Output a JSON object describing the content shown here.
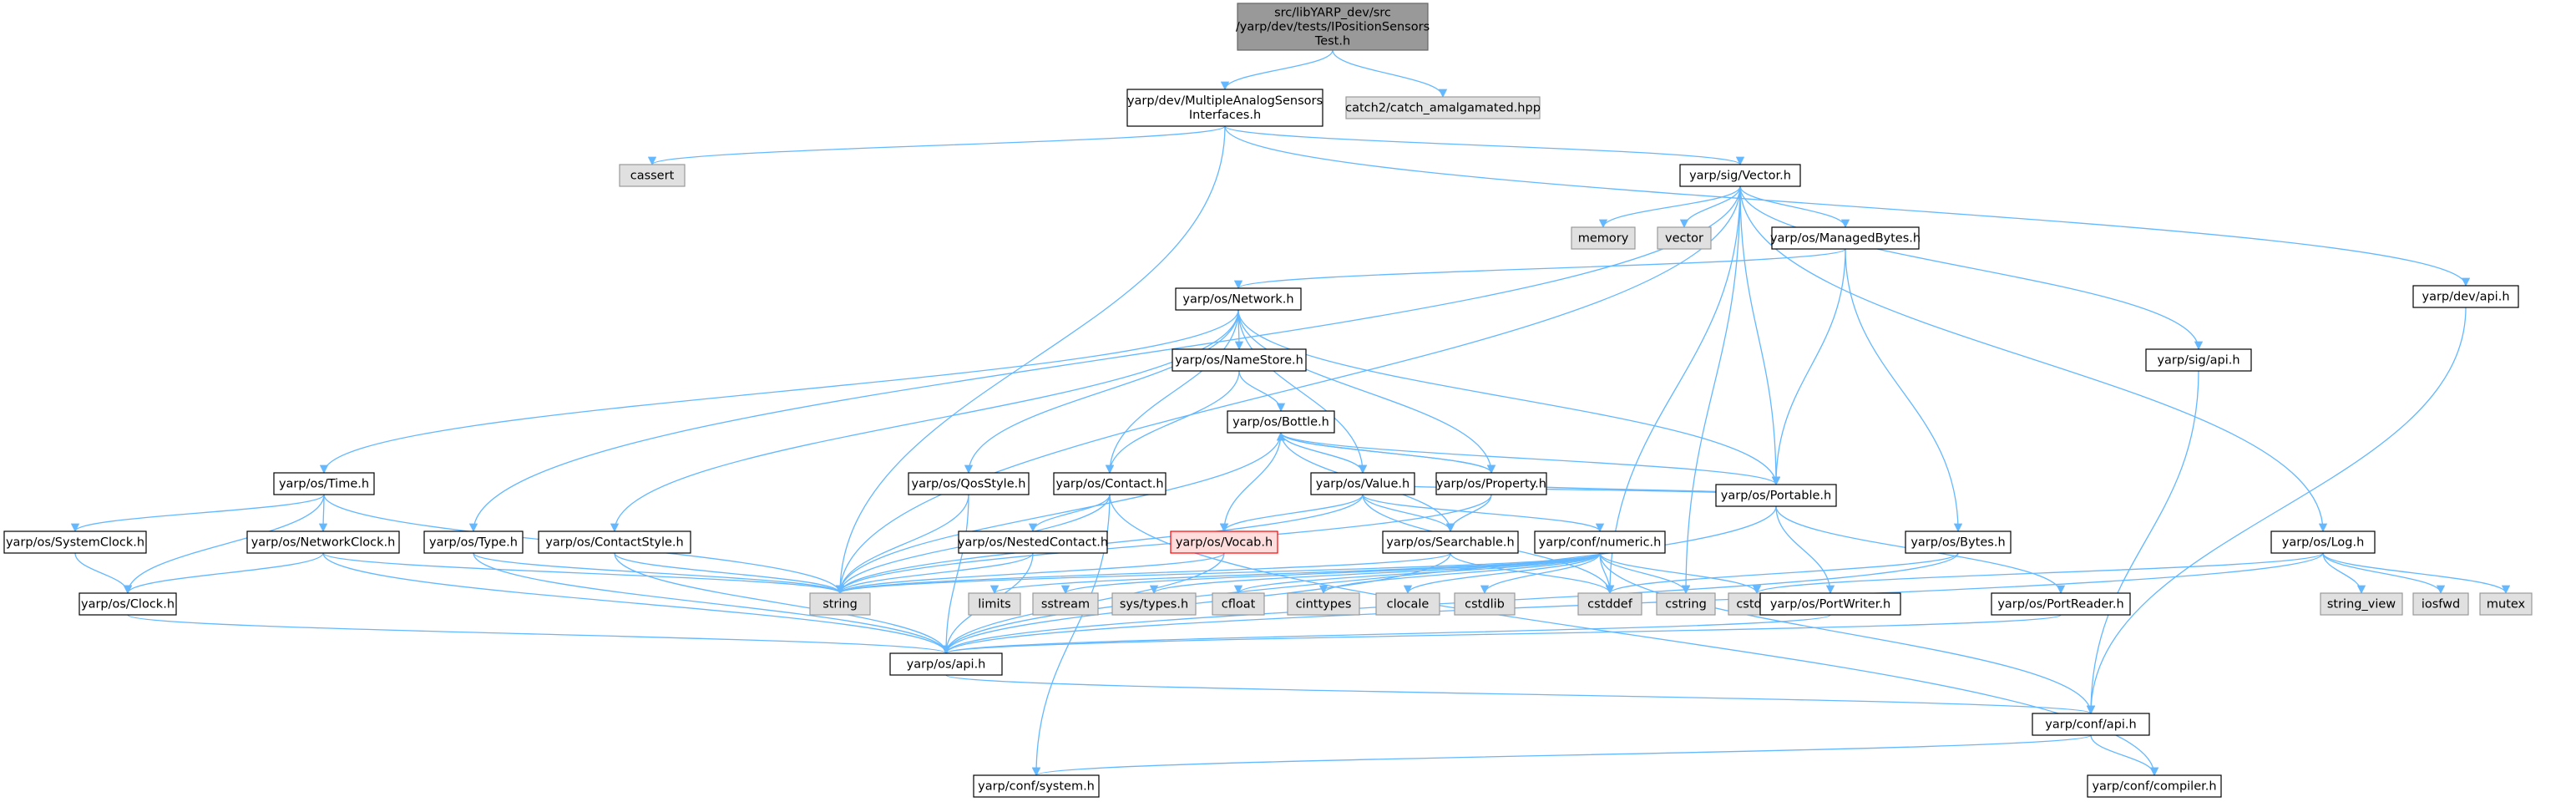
{
  "colors": {
    "edge": "#63b8ff",
    "root_fill": "#999999",
    "root_stroke": "#666666",
    "header_fill": "#ffffff",
    "header_stroke": "#000000",
    "system_fill": "#e0e0e0",
    "system_stroke": "#999999",
    "missing_fill": "#ffdddd",
    "missing_stroke": "#ff0000"
  },
  "nodes": [
    {
      "id": "root",
      "lines": [
        "src/libYARP_dev/src",
        "/yarp/dev/tests/IPositionSensors",
        "Test.h"
      ],
      "kind": "root"
    },
    {
      "id": "masi",
      "lines": [
        "yarp/dev/MultipleAnalogSensors",
        "Interfaces.h"
      ],
      "kind": "header"
    },
    {
      "id": "catch2",
      "lines": [
        "catch2/catch_amalgamated.hpp"
      ],
      "kind": "system"
    },
    {
      "id": "cassert",
      "lines": [
        "cassert"
      ],
      "kind": "system"
    },
    {
      "id": "vector_h",
      "lines": [
        "yarp/sig/Vector.h"
      ],
      "kind": "header"
    },
    {
      "id": "memory",
      "lines": [
        "memory"
      ],
      "kind": "system"
    },
    {
      "id": "vector",
      "lines": [
        "vector"
      ],
      "kind": "system"
    },
    {
      "id": "managedbytes",
      "lines": [
        "yarp/os/ManagedBytes.h"
      ],
      "kind": "header"
    },
    {
      "id": "devapi",
      "lines": [
        "yarp/dev/api.h"
      ],
      "kind": "header"
    },
    {
      "id": "network",
      "lines": [
        "yarp/os/Network.h"
      ],
      "kind": "header"
    },
    {
      "id": "sigapi",
      "lines": [
        "yarp/sig/api.h"
      ],
      "kind": "header"
    },
    {
      "id": "namestore",
      "lines": [
        "yarp/os/NameStore.h"
      ],
      "kind": "header"
    },
    {
      "id": "bottle",
      "lines": [
        "yarp/os/Bottle.h"
      ],
      "kind": "header"
    },
    {
      "id": "time",
      "lines": [
        "yarp/os/Time.h"
      ],
      "kind": "header"
    },
    {
      "id": "qosstyle",
      "lines": [
        "yarp/os/QosStyle.h"
      ],
      "kind": "header"
    },
    {
      "id": "contact",
      "lines": [
        "yarp/os/Contact.h"
      ],
      "kind": "header"
    },
    {
      "id": "value",
      "lines": [
        "yarp/os/Value.h"
      ],
      "kind": "header"
    },
    {
      "id": "property",
      "lines": [
        "yarp/os/Property.h"
      ],
      "kind": "header"
    },
    {
      "id": "portable",
      "lines": [
        "yarp/os/Portable.h"
      ],
      "kind": "header"
    },
    {
      "id": "systemclock",
      "lines": [
        "yarp/os/SystemClock.h"
      ],
      "kind": "header"
    },
    {
      "id": "networkclock",
      "lines": [
        "yarp/os/NetworkClock.h"
      ],
      "kind": "header"
    },
    {
      "id": "type",
      "lines": [
        "yarp/os/Type.h"
      ],
      "kind": "header"
    },
    {
      "id": "contactstyle",
      "lines": [
        "yarp/os/ContactStyle.h"
      ],
      "kind": "header"
    },
    {
      "id": "nestedcontact",
      "lines": [
        "yarp/os/NestedContact.h"
      ],
      "kind": "header"
    },
    {
      "id": "vocab",
      "lines": [
        "yarp/os/Vocab.h"
      ],
      "kind": "missing"
    },
    {
      "id": "searchable",
      "lines": [
        "yarp/os/Searchable.h"
      ],
      "kind": "header"
    },
    {
      "id": "numeric",
      "lines": [
        "yarp/conf/numeric.h"
      ],
      "kind": "header"
    },
    {
      "id": "bytes",
      "lines": [
        "yarp/os/Bytes.h"
      ],
      "kind": "header"
    },
    {
      "id": "log",
      "lines": [
        "yarp/os/Log.h"
      ],
      "kind": "header"
    },
    {
      "id": "clock",
      "lines": [
        "yarp/os/Clock.h"
      ],
      "kind": "header"
    },
    {
      "id": "string",
      "lines": [
        "string"
      ],
      "kind": "system"
    },
    {
      "id": "limits",
      "lines": [
        "limits"
      ],
      "kind": "system"
    },
    {
      "id": "sstream",
      "lines": [
        "sstream"
      ],
      "kind": "system"
    },
    {
      "id": "systypes",
      "lines": [
        "sys/types.h"
      ],
      "kind": "system"
    },
    {
      "id": "cfloat",
      "lines": [
        "cfloat"
      ],
      "kind": "system"
    },
    {
      "id": "cinttypes",
      "lines": [
        "cinttypes"
      ],
      "kind": "system"
    },
    {
      "id": "clocale",
      "lines": [
        "clocale"
      ],
      "kind": "system"
    },
    {
      "id": "cstdlib",
      "lines": [
        "cstdlib"
      ],
      "kind": "system"
    },
    {
      "id": "cstddef",
      "lines": [
        "cstddef"
      ],
      "kind": "system"
    },
    {
      "id": "cstring",
      "lines": [
        "cstring"
      ],
      "kind": "system"
    },
    {
      "id": "cstdint",
      "lines": [
        "cstdint"
      ],
      "kind": "system"
    },
    {
      "id": "portwriter",
      "lines": [
        "yarp/os/PortWriter.h"
      ],
      "kind": "header"
    },
    {
      "id": "portreader",
      "lines": [
        "yarp/os/PortReader.h"
      ],
      "kind": "header"
    },
    {
      "id": "string_view",
      "lines": [
        "string_view"
      ],
      "kind": "system"
    },
    {
      "id": "iosfwd",
      "lines": [
        "iosfwd"
      ],
      "kind": "system"
    },
    {
      "id": "mutex",
      "lines": [
        "mutex"
      ],
      "kind": "system"
    },
    {
      "id": "osapi",
      "lines": [
        "yarp/os/api.h"
      ],
      "kind": "header"
    },
    {
      "id": "confapi",
      "lines": [
        "yarp/conf/api.h"
      ],
      "kind": "header"
    },
    {
      "id": "system",
      "lines": [
        "yarp/conf/system.h"
      ],
      "kind": "header"
    },
    {
      "id": "compiler",
      "lines": [
        "yarp/conf/compiler.h"
      ],
      "kind": "header"
    }
  ],
  "edges": [
    [
      "root",
      "masi"
    ],
    [
      "root",
      "catch2"
    ],
    [
      "masi",
      "cassert"
    ],
    [
      "masi",
      "string"
    ],
    [
      "masi",
      "vector_h"
    ],
    [
      "masi",
      "devapi"
    ],
    [
      "vector_h",
      "memory"
    ],
    [
      "vector_h",
      "vector"
    ],
    [
      "vector_h",
      "string"
    ],
    [
      "vector_h",
      "managedbytes"
    ],
    [
      "vector_h",
      "type"
    ],
    [
      "vector_h",
      "sigapi"
    ],
    [
      "vector_h",
      "log"
    ],
    [
      "vector_h",
      "portable"
    ],
    [
      "vector_h",
      "cstddef"
    ],
    [
      "vector_h",
      "cstring"
    ],
    [
      "managedbytes",
      "network"
    ],
    [
      "managedbytes",
      "portable"
    ],
    [
      "managedbytes",
      "bytes"
    ],
    [
      "devapi",
      "confapi"
    ],
    [
      "sigapi",
      "confapi"
    ],
    [
      "network",
      "namestore"
    ],
    [
      "network",
      "time"
    ],
    [
      "network",
      "qosstyle"
    ],
    [
      "network",
      "contact"
    ],
    [
      "network",
      "contactstyle"
    ],
    [
      "network",
      "value"
    ],
    [
      "network",
      "property"
    ],
    [
      "network",
      "portable"
    ],
    [
      "namestore",
      "bottle"
    ],
    [
      "namestore",
      "contact"
    ],
    [
      "bottle",
      "value"
    ],
    [
      "bottle",
      "property"
    ],
    [
      "bottle",
      "vocab"
    ],
    [
      "bottle",
      "searchable"
    ],
    [
      "bottle",
      "portable"
    ],
    [
      "bottle",
      "string"
    ],
    [
      "value",
      "bottle"
    ],
    [
      "value",
      "vocab"
    ],
    [
      "value",
      "searchable"
    ],
    [
      "value",
      "numeric"
    ],
    [
      "value",
      "portable"
    ],
    [
      "value",
      "string"
    ],
    [
      "value",
      "cstddef"
    ],
    [
      "property",
      "bottle"
    ],
    [
      "property",
      "searchable"
    ],
    [
      "property",
      "portable"
    ],
    [
      "property",
      "string"
    ],
    [
      "time",
      "systemclock"
    ],
    [
      "time",
      "networkclock"
    ],
    [
      "time",
      "clock"
    ],
    [
      "time",
      "string"
    ],
    [
      "qosstyle",
      "string"
    ],
    [
      "qosstyle",
      "osapi"
    ],
    [
      "contact",
      "nestedcontact"
    ],
    [
      "contact",
      "string"
    ],
    [
      "contact",
      "system"
    ],
    [
      "contact",
      "compiler"
    ],
    [
      "systemclock",
      "clock"
    ],
    [
      "networkclock",
      "clock"
    ],
    [
      "networkclock",
      "string"
    ],
    [
      "networkclock",
      "osapi"
    ],
    [
      "type",
      "string"
    ],
    [
      "type",
      "osapi"
    ],
    [
      "contactstyle",
      "string"
    ],
    [
      "contactstyle",
      "osapi"
    ],
    [
      "nestedcontact",
      "string"
    ],
    [
      "nestedcontact",
      "osapi"
    ],
    [
      "vocab",
      "string"
    ],
    [
      "vocab",
      "osapi"
    ],
    [
      "searchable",
      "string"
    ],
    [
      "searchable",
      "cstddef"
    ],
    [
      "searchable",
      "osapi"
    ],
    [
      "numeric",
      "string"
    ],
    [
      "numeric",
      "limits"
    ],
    [
      "numeric",
      "sstream"
    ],
    [
      "numeric",
      "systypes"
    ],
    [
      "numeric",
      "cfloat"
    ],
    [
      "numeric",
      "cinttypes"
    ],
    [
      "numeric",
      "clocale"
    ],
    [
      "numeric",
      "cstdlib"
    ],
    [
      "numeric",
      "cstddef"
    ],
    [
      "numeric",
      "cstring"
    ],
    [
      "numeric",
      "cstdint"
    ],
    [
      "numeric",
      "confapi"
    ],
    [
      "portable",
      "portwriter"
    ],
    [
      "portable",
      "portreader"
    ],
    [
      "portable",
      "osapi"
    ],
    [
      "portwriter",
      "osapi"
    ],
    [
      "portreader",
      "osapi"
    ],
    [
      "bytes",
      "cstddef"
    ],
    [
      "bytes",
      "osapi"
    ],
    [
      "log",
      "string_view"
    ],
    [
      "log",
      "iosfwd"
    ],
    [
      "log",
      "mutex"
    ],
    [
      "log",
      "cstdint"
    ],
    [
      "log",
      "osapi"
    ],
    [
      "clock",
      "osapi"
    ],
    [
      "osapi",
      "confapi"
    ],
    [
      "confapi",
      "system"
    ],
    [
      "confapi",
      "compiler"
    ]
  ]
}
